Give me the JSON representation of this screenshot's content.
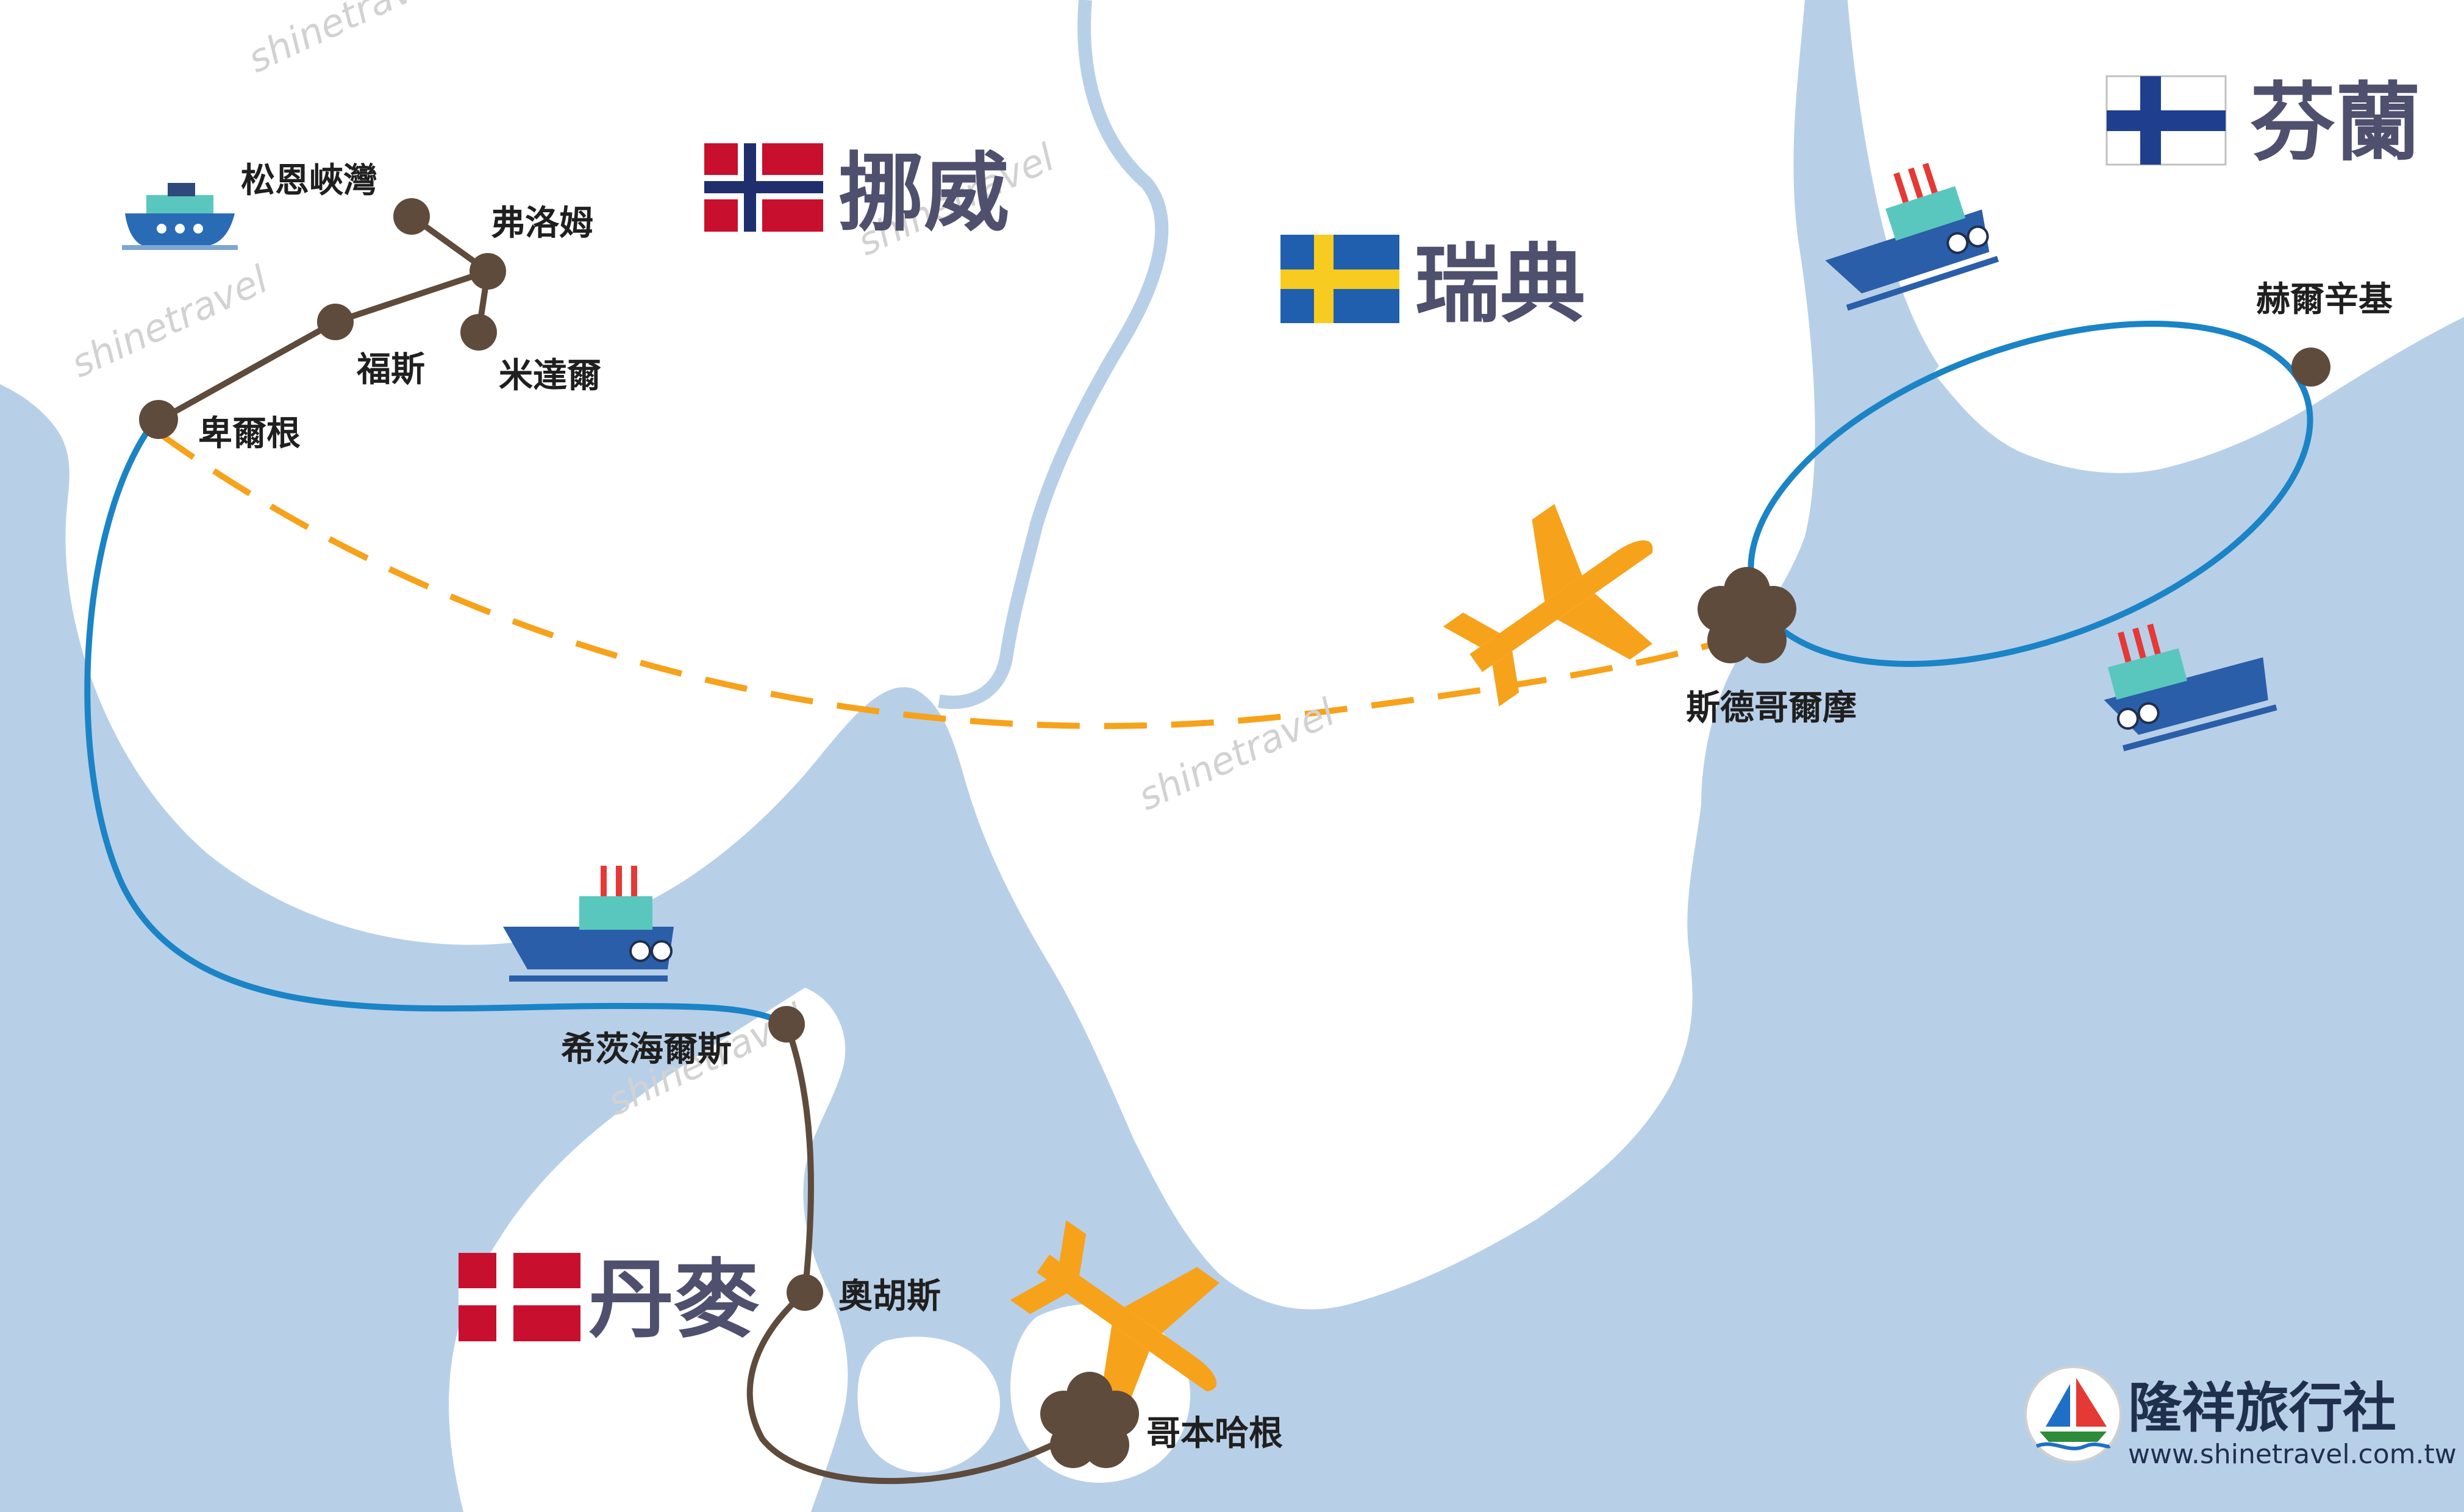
{
  "countries": {
    "norway": "挪威",
    "sweden": "瑞典",
    "finland": "芬蘭",
    "denmark": "丹麥"
  },
  "cities": {
    "sognefjord": "松恩峽灣",
    "flam": "弗洛姆",
    "voss": "福斯",
    "myrdal": "米達爾",
    "bergen": "卑爾根",
    "stockholm": "斯德哥爾摩",
    "helsinki": "赫爾辛基",
    "hirtshals": "希茨海爾斯",
    "aarhus": "奧胡斯",
    "copenhagen": "哥本哈根"
  },
  "watermark": "shinetravel",
  "brand": {
    "name": "隆祥旅行社",
    "url": "www.shinetravel.com.tw"
  },
  "colors": {
    "sea": "#b8cfe8",
    "land": "#ffffff",
    "rail_route": "#5e4b3c",
    "ferry_route": "#1a84c6",
    "flight_route": "#f7a21b",
    "city_marker": "#5e4b3c"
  }
}
